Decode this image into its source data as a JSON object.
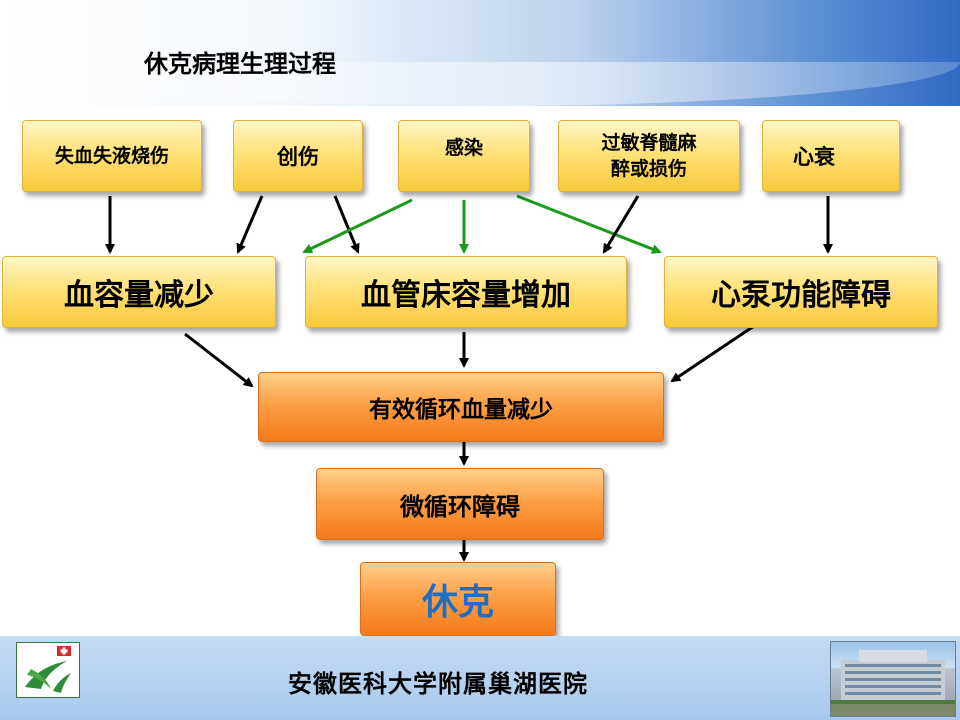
{
  "slide": {
    "title": "休克病理生理过程"
  },
  "causes": [
    {
      "label_lines": [
        "失血失液烧伤"
      ]
    },
    {
      "label_lines": [
        "创伤"
      ]
    },
    {
      "label_lines": [
        "感染"
      ]
    },
    {
      "label_lines": [
        "过敏脊髓麻",
        "醉或损伤"
      ]
    },
    {
      "label_lines": [
        "心衰"
      ]
    }
  ],
  "mechanisms": [
    {
      "label": "血容量减少"
    },
    {
      "label": "血管床容量增加"
    },
    {
      "label": "心泵功能障碍"
    }
  ],
  "stages": [
    {
      "label": "有效循环血量减少"
    },
    {
      "label": "微循环障碍"
    },
    {
      "label": "休克"
    }
  ],
  "footer": {
    "institution": "安徽医科大学附属巢湖医院"
  },
  "colors": {
    "arrow_black": "#000000",
    "arrow_green": "#1a9a1a",
    "shock_text": "#1e6fc4"
  },
  "icons": {
    "logo": "hospital-logo-icon",
    "photo": "hospital-building-image"
  }
}
